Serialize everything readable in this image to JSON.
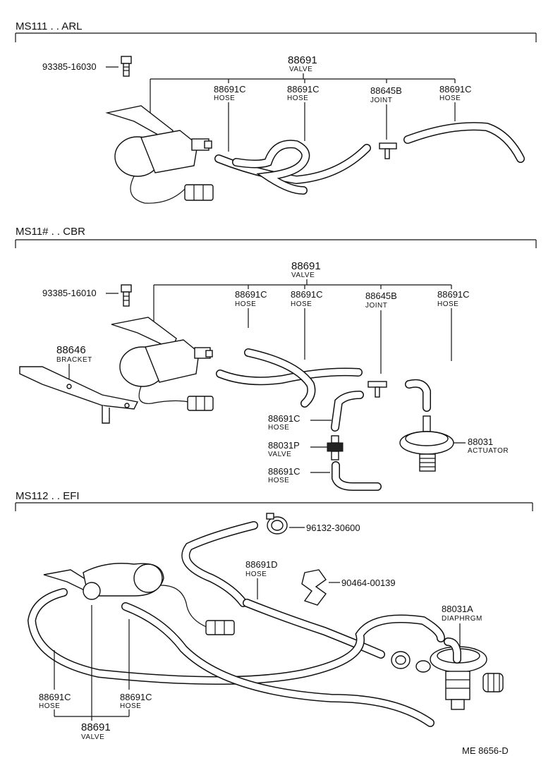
{
  "sections": [
    {
      "title": "MS111 . . ARL"
    },
    {
      "title": "MS11# . . CBR"
    },
    {
      "title": "MS112 . . EFI"
    }
  ],
  "labels": {
    "s1_bolt": "93385-16030",
    "s1_valve_num": "88691",
    "s1_valve_name": "VALVE",
    "s1_hose1_num": "88691C",
    "s1_hose1_name": "HOSE",
    "s1_hose2_num": "88691C",
    "s1_hose2_name": "HOSE",
    "s1_joint_num": "88645B",
    "s1_joint_name": "JOINT",
    "s1_hose3_num": "88691C",
    "s1_hose3_name": "HOSE",
    "s2_bolt": "93385-16010",
    "s2_valve_num": "88691",
    "s2_valve_name": "VALVE",
    "s2_hose1_num": "88691C",
    "s2_hose1_name": "HOSE",
    "s2_hose2_num": "88691C",
    "s2_hose2_name": "HOSE",
    "s2_joint_num": "88645B",
    "s2_joint_name": "JOINT",
    "s2_hose3_num": "88691C",
    "s2_hose3_name": "HOSE",
    "s2_bracket_num": "88646",
    "s2_bracket_name": "BRACKET",
    "s2_hose4_num": "88691C",
    "s2_hose4_name": "HOSE",
    "s2_valveP_num": "88031P",
    "s2_valveP_name": "VALVE",
    "s2_hose5_num": "88691C",
    "s2_hose5_name": "HOSE",
    "s2_actuator_num": "88031",
    "s2_actuator_name": "ACTUATOR",
    "s3_clamp1": "96132-30600",
    "s3_hoseD_num": "88691D",
    "s3_hoseD_name": "HOSE",
    "s3_clip": "90464-00139",
    "s3_diaph_num": "88031A",
    "s3_diaph_name": "DIAPHRGM",
    "s3_hoseL_num": "88691C",
    "s3_hoseL_name": "HOSE",
    "s3_hoseR_num": "88691C",
    "s3_hoseR_name": "HOSE",
    "s3_valve_num": "88691",
    "s3_valve_name": "VALVE"
  },
  "footer": "ME  8656-D"
}
